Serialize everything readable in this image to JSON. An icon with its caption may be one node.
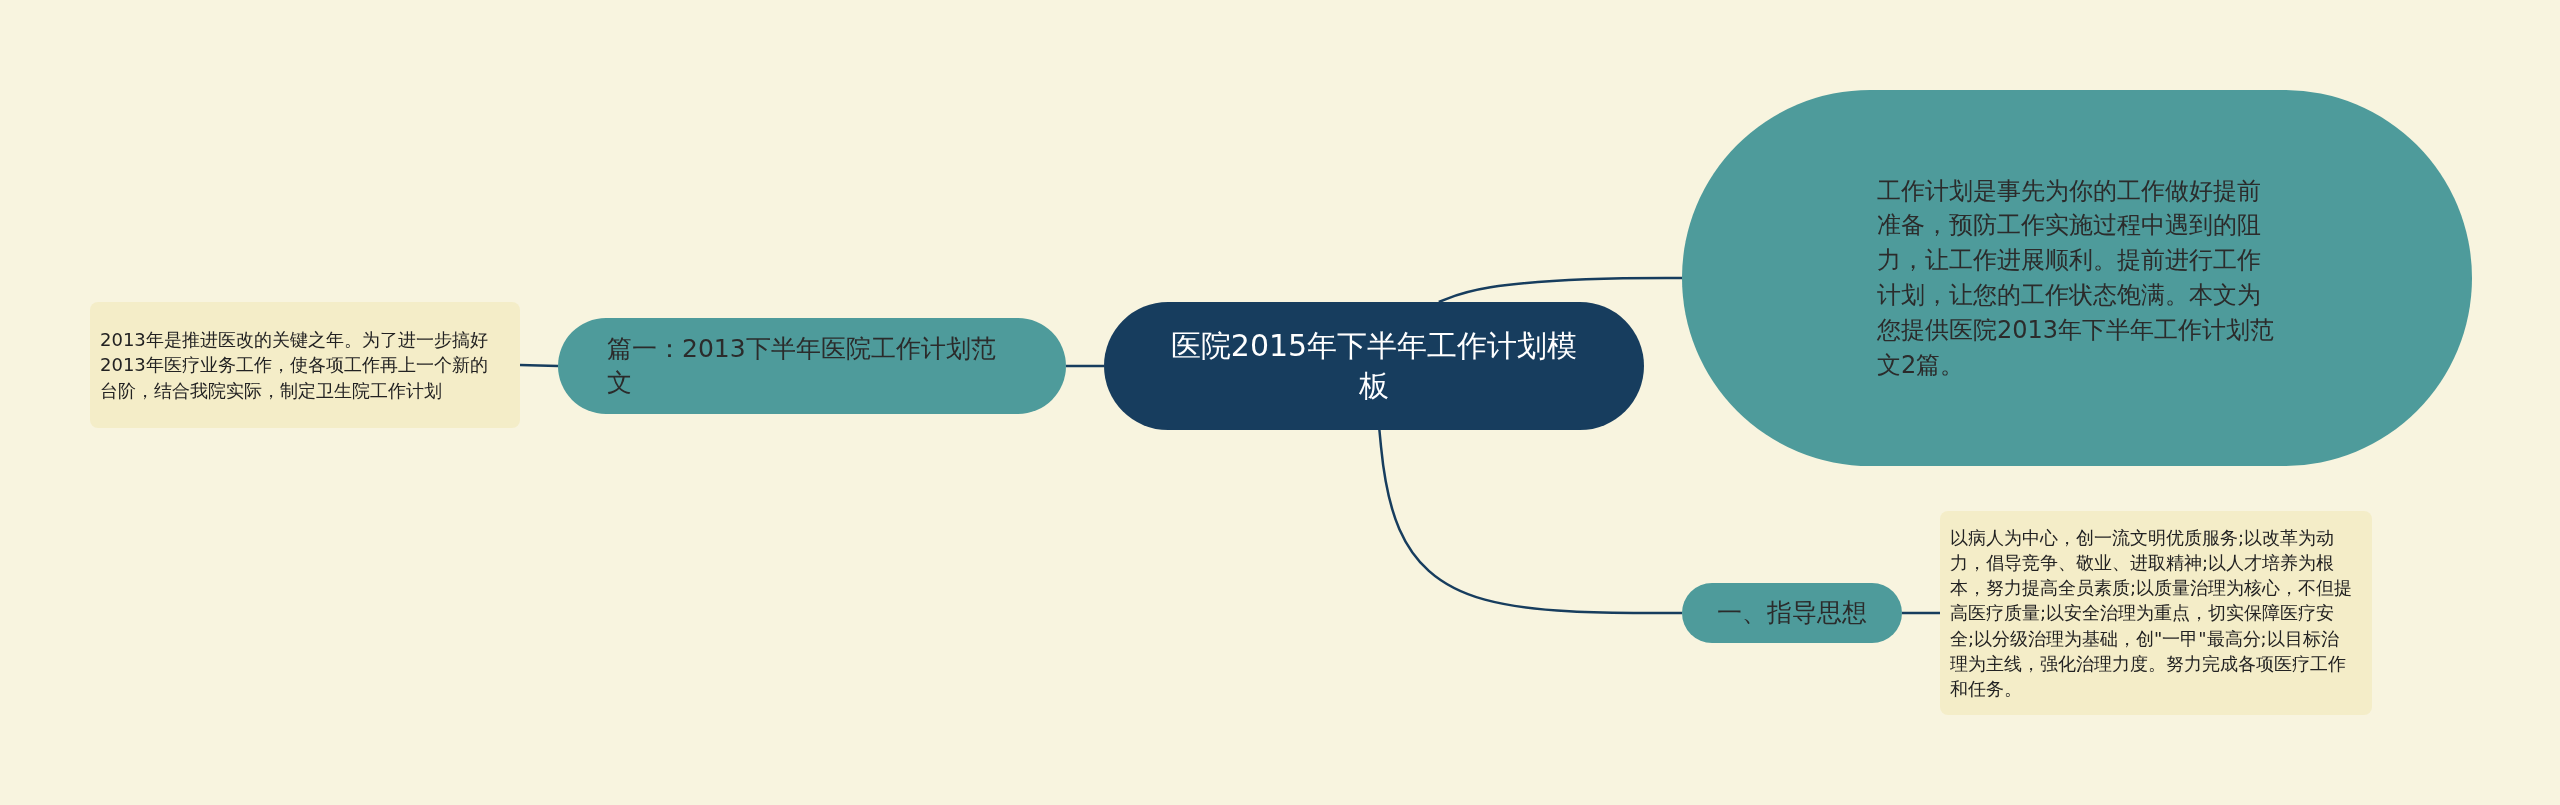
{
  "diagram": {
    "nodes": [
      {
        "text": [
          "医院2015年下半年工作计划模板"
        ]
      },
      {
        "text": [
          "工作计划是事先为你的工作做好提前准备，预防工作实施过程中遇到的阻力，让工作进展顺利。提前进行工作计划，让您的工作状态饱满。本文为您提供医院2013年下半年工作计划范文2篇。"
        ]
      },
      {
        "text": [
          "篇一：2013下半年医院工作计划范文"
        ]
      },
      {
        "text": [
          "2013年是推进医改的关键之年。为了进一步搞好2013年医疗业务工作，使各项工作再上一个新的台阶，结合我院实际，制定卫生院工作计划"
        ]
      },
      {
        "text": [
          "一、指导思想"
        ]
      },
      {
        "text": [
          "以病人为中心，创一流文明优质服务;以改革为动力，倡导竞争、敬业、进取精神;以人才培养为根本，努力提高全员素质;以质量治理为核心，不但提高医疗质量;以安全治理为重点，切实保障医疗安全;以分级治理为基础，创\"一甲\"最高分;以目标治理为主线，强化治理力度。努力完成各项医疗工作和任务。"
        ]
      }
    ],
    "edges": [
      {
        "from": 0,
        "to": 1,
        "arrow": "none"
      },
      {
        "from": 0,
        "to": 2,
        "arrow": "none"
      },
      {
        "from": 2,
        "to": 3,
        "arrow": "none"
      },
      {
        "from": 0,
        "to": 4,
        "arrow": "none"
      },
      {
        "from": 4,
        "to": 5,
        "arrow": "none"
      }
    ]
  }
}
